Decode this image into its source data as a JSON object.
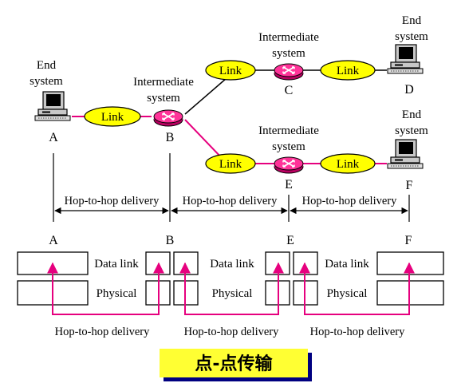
{
  "colors": {
    "link_fill": "#ffff00",
    "router_fill": "#ff3399",
    "accent_line": "#e6007e",
    "caption_bg": "#ffff33",
    "caption_shadow": "#000080"
  },
  "nodes": {
    "A": {
      "title": [
        "End",
        "system"
      ],
      "label": "A",
      "icon": "computer-icon"
    },
    "B": {
      "title": [
        "Intermediate",
        "system"
      ],
      "label": "B",
      "icon": "router-icon"
    },
    "C": {
      "title": [
        "Intermediate",
        "system"
      ],
      "label": "C",
      "icon": "router-icon"
    },
    "D": {
      "title": [
        "End",
        "system"
      ],
      "label": "D",
      "icon": "computer-icon"
    },
    "E": {
      "title": [
        "Intermediate",
        "system"
      ],
      "label": "E",
      "icon": "router-icon"
    },
    "F": {
      "title": [
        "End",
        "system"
      ],
      "label": "F",
      "icon": "computer-icon"
    }
  },
  "link_label": "Link",
  "top_deliveries": [
    "Hop-to-hop delivery",
    "Hop-to-hop delivery",
    "Hop-to-hop delivery"
  ],
  "layer_stack": {
    "node_labels": [
      "A",
      "B",
      "E",
      "F"
    ],
    "layers": [
      "Data link",
      "Physical"
    ]
  },
  "bottom_deliveries": [
    "Hop-to-hop delivery",
    "Hop-to-hop delivery",
    "Hop-to-hop delivery"
  ],
  "caption": "点-点传输"
}
